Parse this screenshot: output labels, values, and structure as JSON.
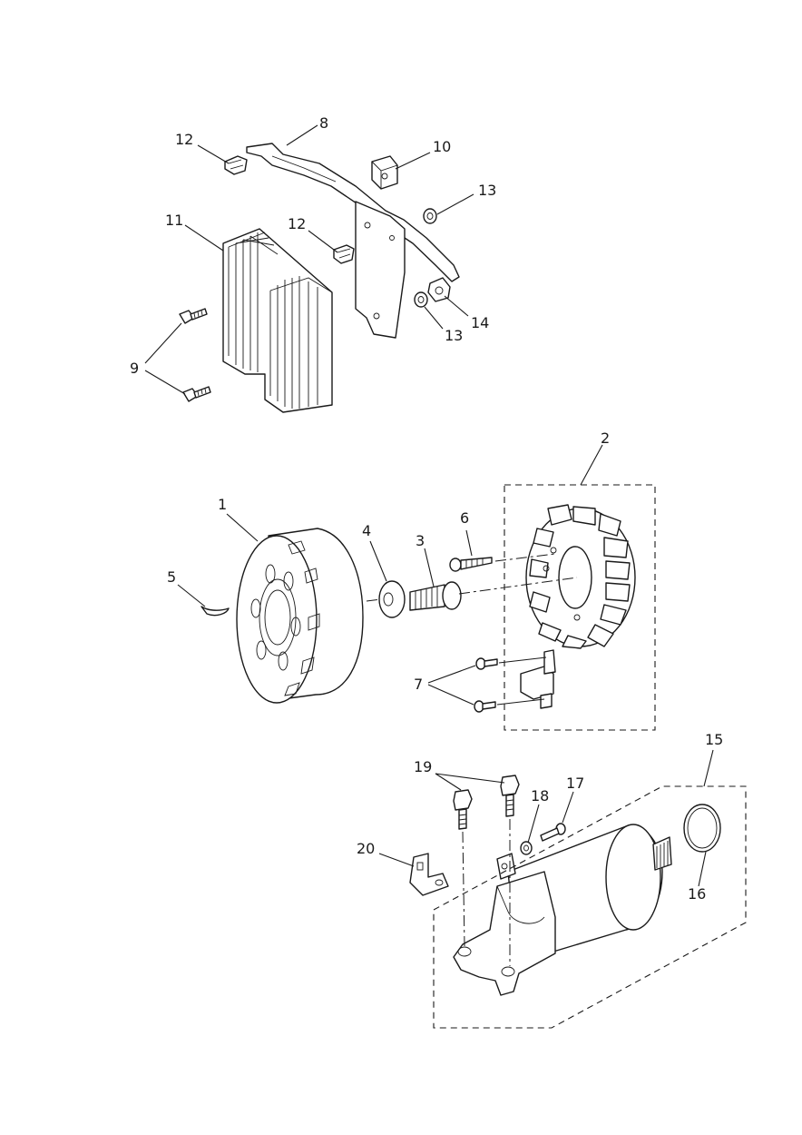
{
  "labels": {
    "l1": "1",
    "l2": "2",
    "l3": "3",
    "l4": "4",
    "l5": "5",
    "l6": "6",
    "l7": "7",
    "l8": "8",
    "l9": "9",
    "l10": "10",
    "l11": "11",
    "l12a": "12",
    "l12b": "12",
    "l13a": "13",
    "l13b": "13",
    "l14": "14",
    "l15": "15",
    "l16": "16",
    "l17": "17",
    "l18": "18",
    "l19": "19",
    "l20": "20"
  },
  "colors": {
    "line": "#1a1a1a",
    "background": "#ffffff"
  }
}
